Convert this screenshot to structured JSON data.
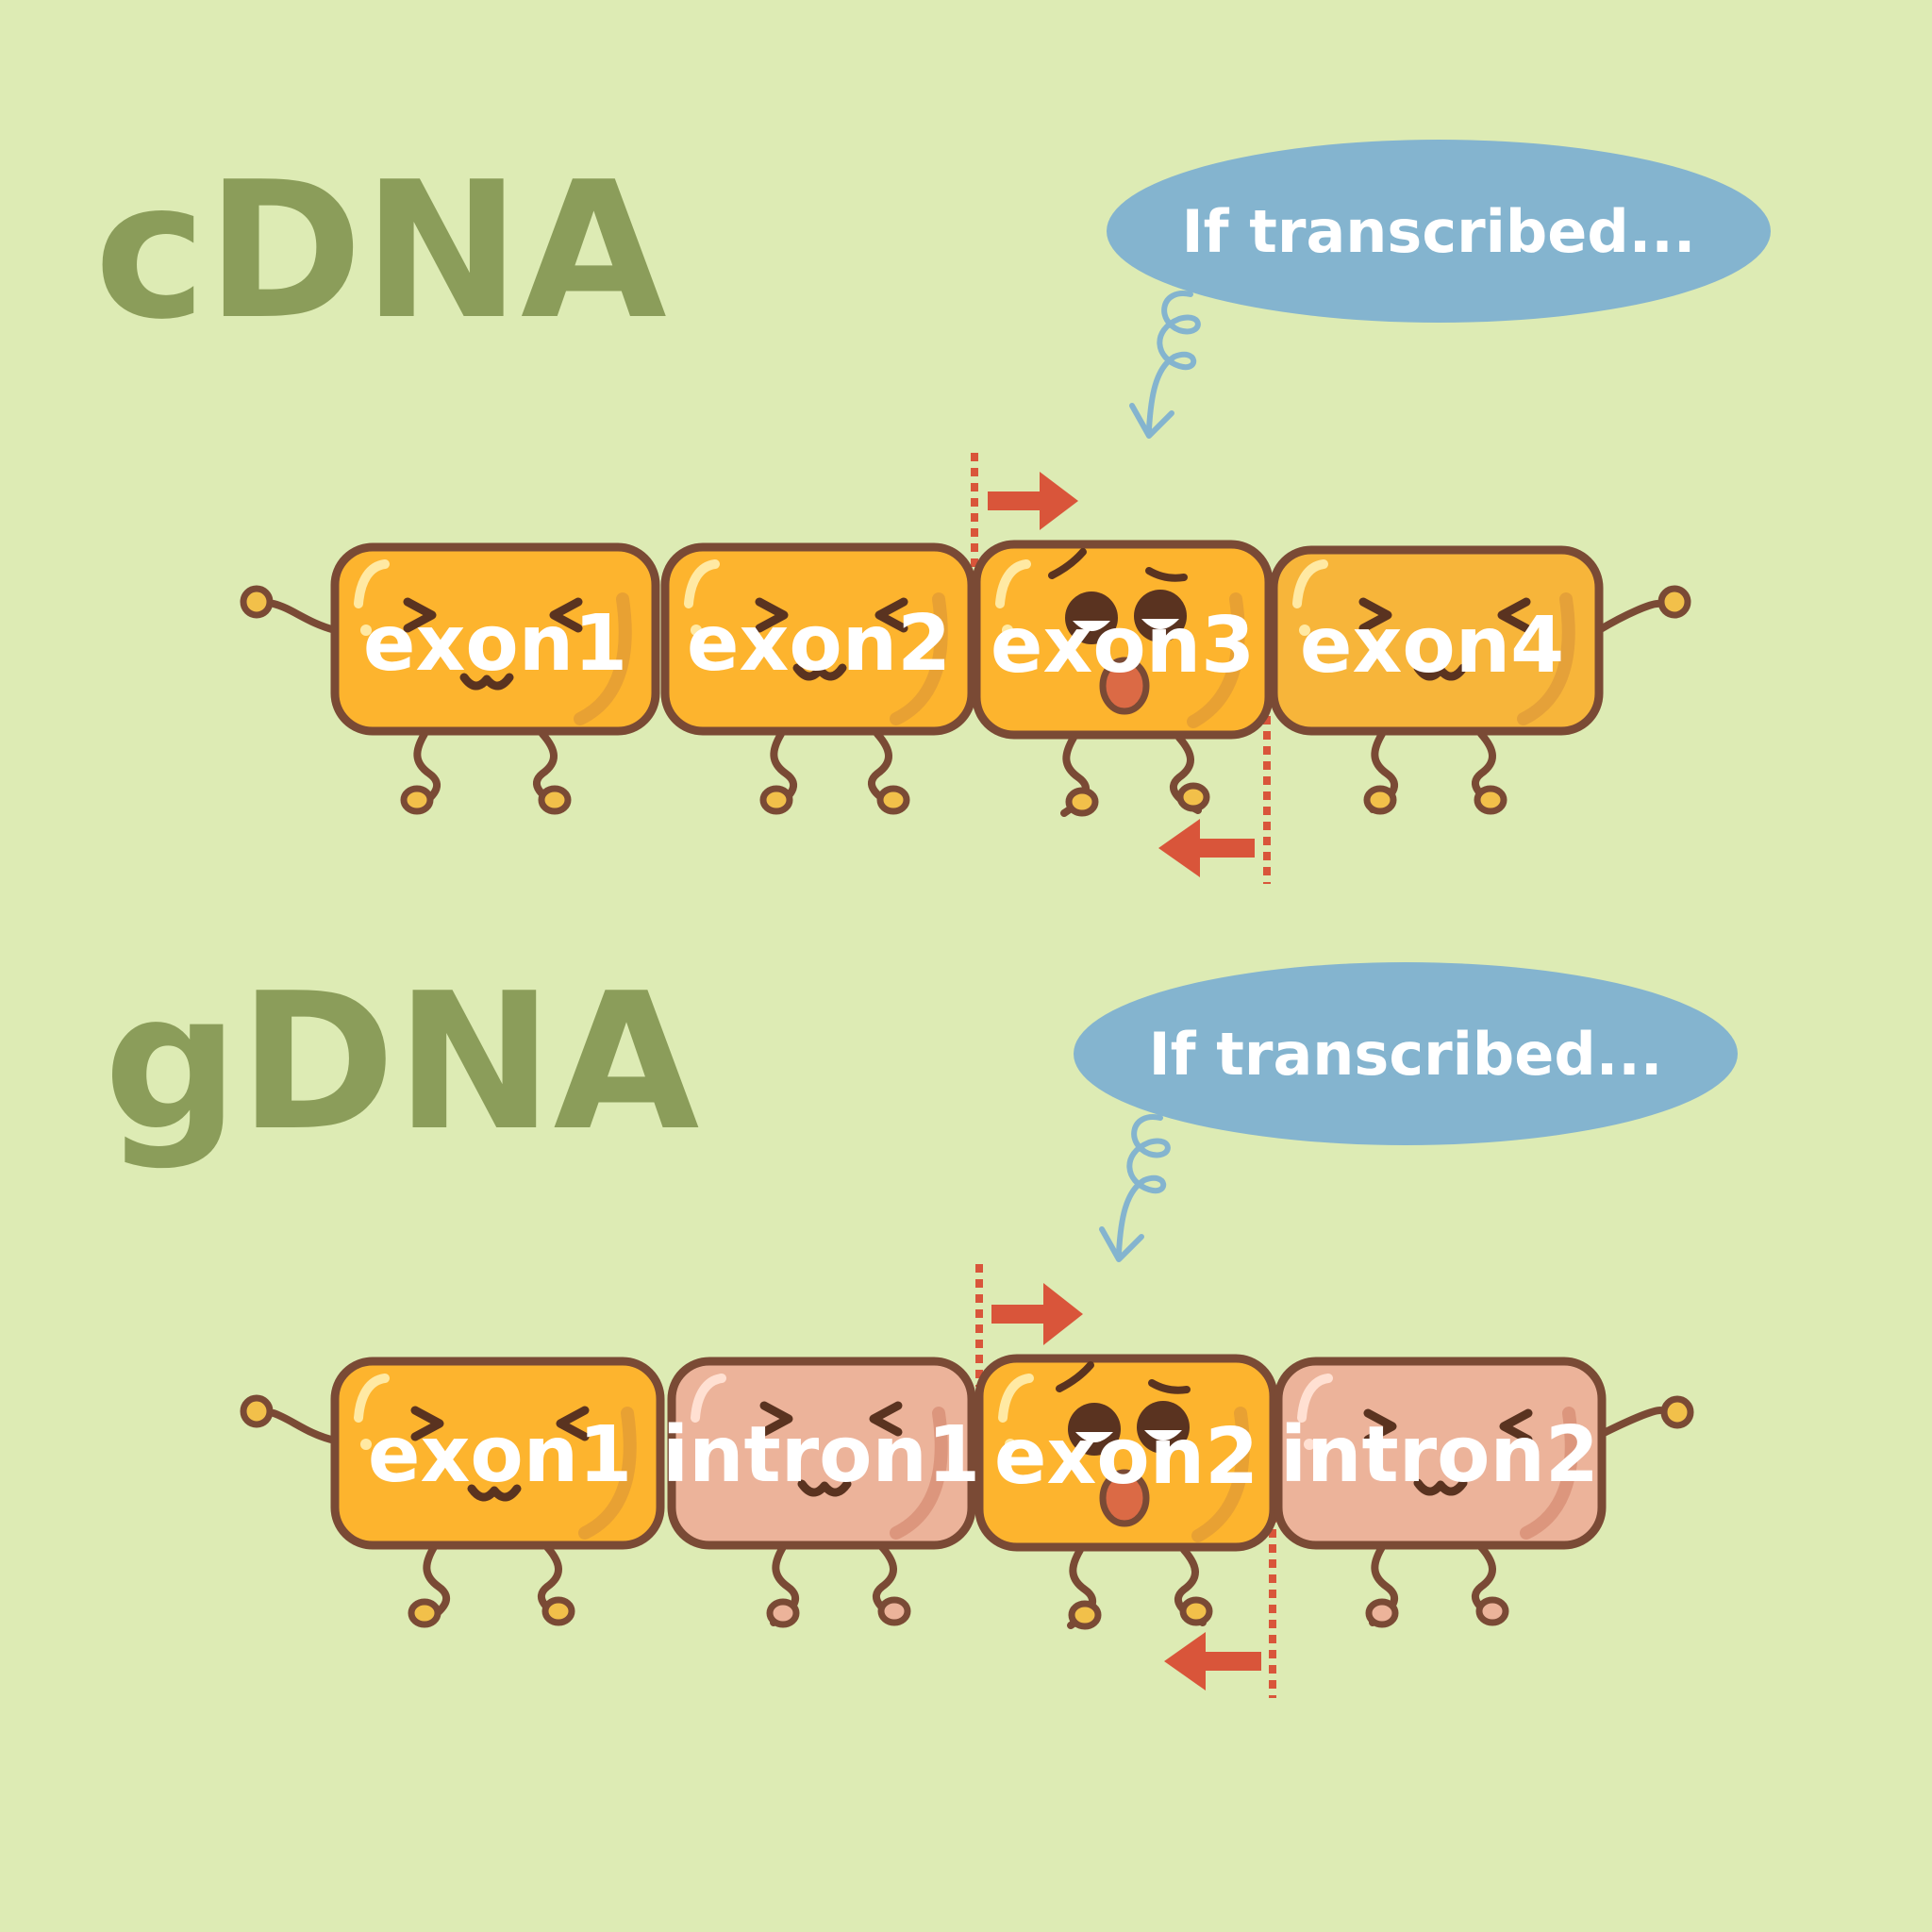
{
  "colors": {
    "background": "#ddebb4",
    "title": "#8b9d5a",
    "outline": "#7a4a35",
    "exon": "#fdb42e",
    "intron": "#ecb39a",
    "bubble": "#84b4cf",
    "arrow": "#d9553a",
    "text": "#ffffff"
  },
  "panels": [
    {
      "title": "cDNA",
      "bubble": "If transcribed...",
      "blocks": [
        {
          "label": "exon1",
          "kind": "exon",
          "face": "happy"
        },
        {
          "label": "exon2",
          "kind": "exon",
          "face": "happy"
        },
        {
          "label": "exon3",
          "kind": "exon",
          "face": "surprised"
        },
        {
          "label": "exon4",
          "kind": "exon",
          "face": "happy"
        }
      ]
    },
    {
      "title": "gDNA",
      "bubble": "If transcribed...",
      "blocks": [
        {
          "label": "exon1",
          "kind": "exon",
          "face": "happy"
        },
        {
          "label": "intron1",
          "kind": "intron",
          "face": "happy"
        },
        {
          "label": "exon2",
          "kind": "exon",
          "face": "surprised"
        },
        {
          "label": "intron2",
          "kind": "intron",
          "face": "happy"
        }
      ]
    }
  ]
}
